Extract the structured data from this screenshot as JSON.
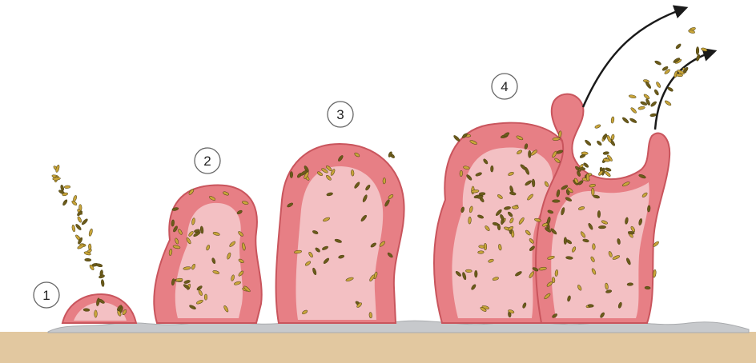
{
  "diagram": {
    "steps": [
      {
        "label": "1"
      },
      {
        "label": "2"
      },
      {
        "label": "3"
      },
      {
        "label": "4"
      }
    ],
    "colors": {
      "tissue_outer": "#e77f85",
      "tissue_inner": "#f3c0c3",
      "tissue_stroke": "#c9555d",
      "spore": "#c9a53a",
      "spore_dark": "#6b5b1a",
      "ground": "#e2c8a0",
      "debris": "#c7c9cc",
      "arrow": "#1a1a1a",
      "label_stroke": "#666666"
    }
  }
}
